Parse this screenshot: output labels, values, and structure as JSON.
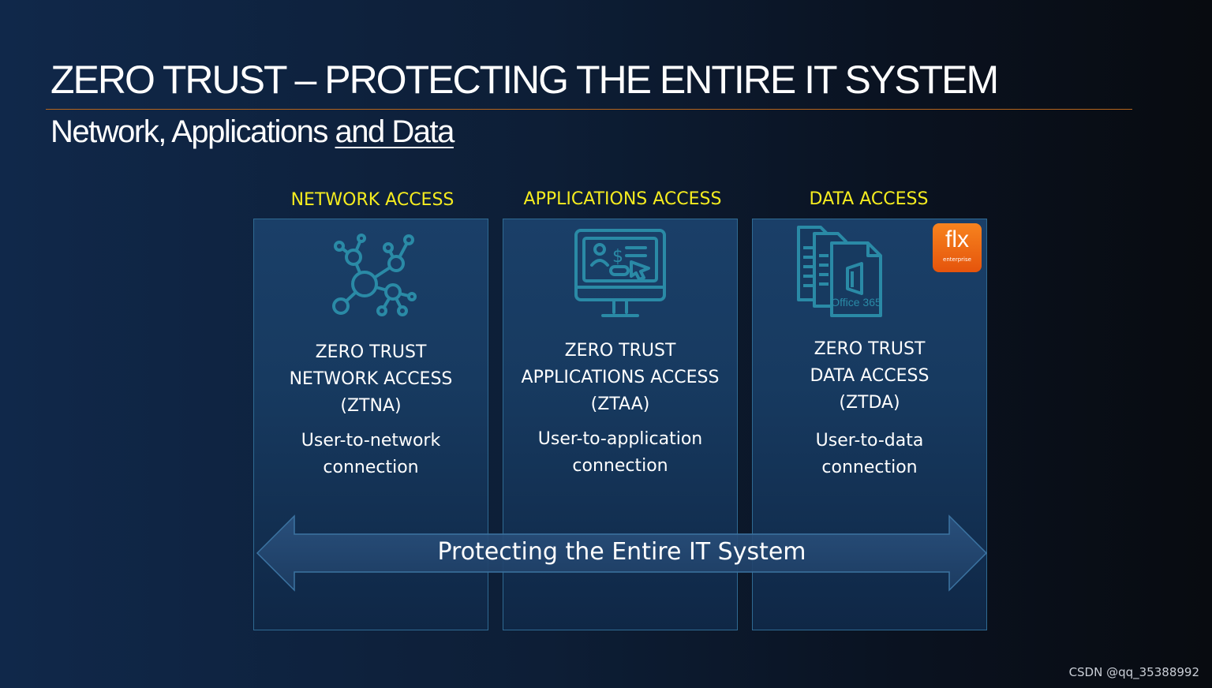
{
  "slide": {
    "title": "ZERO TRUST – PROTECTING THE ENTIRE IT SYSTEM",
    "subtitle_part1": "Network, Applications",
    "subtitle_part2": "and Data"
  },
  "columns": [
    {
      "heading": "NETWORK ACCESS",
      "title_lines": [
        "ZERO TRUST",
        "NETWORK ACCESS",
        "(ZTNA)"
      ],
      "desc_lines": [
        "User-to-network",
        "connection"
      ],
      "icon": "network-nodes-icon"
    },
    {
      "heading": "APPLICATIONS ACCESS",
      "title_lines": [
        "ZERO TRUST",
        "APPLICATIONS ACCESS",
        "(ZTAA)"
      ],
      "desc_lines": [
        "User-to-application",
        "connection"
      ],
      "icon": "monitor-application-icon"
    },
    {
      "heading": "DATA ACCESS",
      "title_lines": [
        "ZERO TRUST",
        "DATA ACCESS",
        "(ZTDA)"
      ],
      "desc_lines": [
        "User-to-data",
        "connection"
      ],
      "icon": "office-365-documents-icon",
      "icon_label": "Office 365"
    }
  ],
  "arrow": {
    "label": "Protecting the Entire IT System"
  },
  "logo": {
    "text": "flx",
    "subtext": "enterprise"
  },
  "watermark": "CSDN @qq_35388992",
  "colors": {
    "heading": "#f5ec1f",
    "accent_rule": "#b5651d",
    "icon_stroke": "#2a8aa6",
    "logo_orange": "#ef6a12"
  }
}
